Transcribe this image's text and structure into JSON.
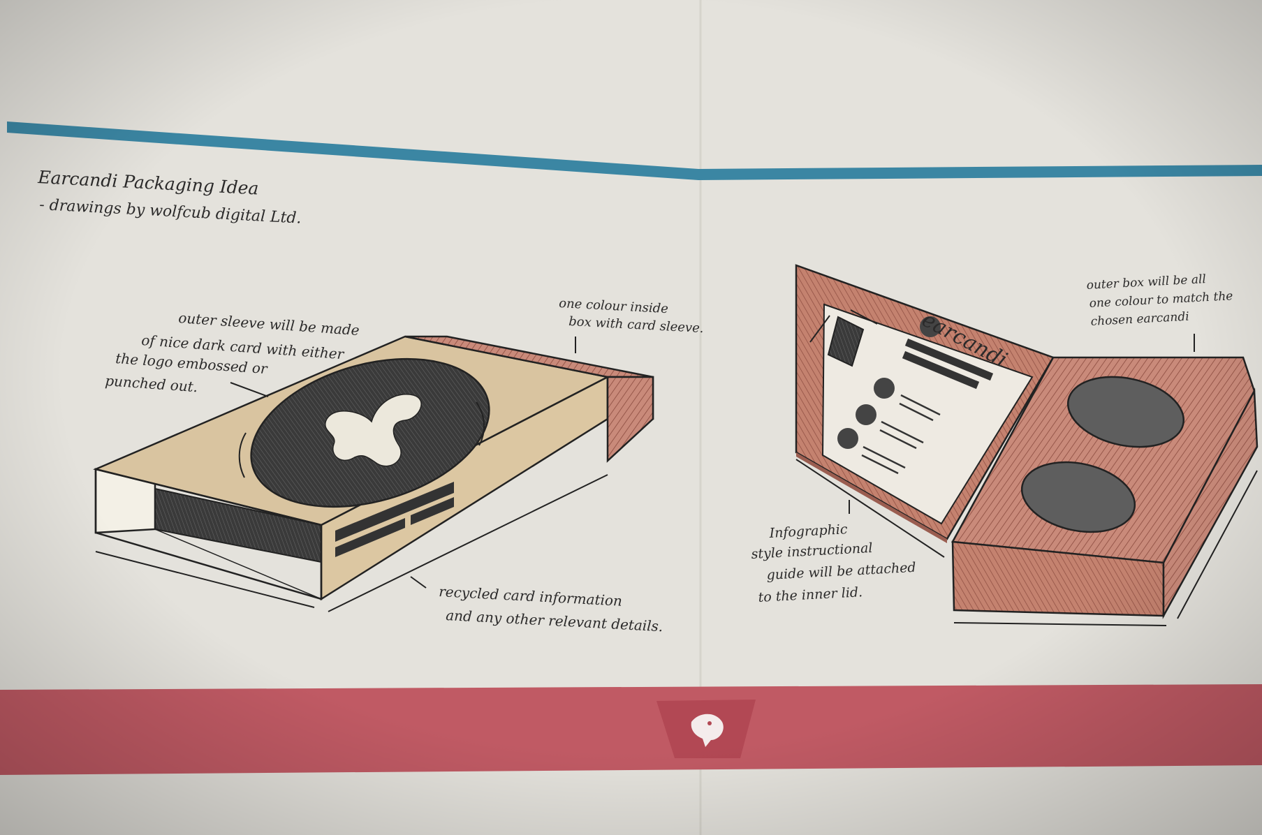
{
  "page": {
    "paper_color": "#e6e4de",
    "accent_blue": "#3b86a3",
    "accent_red": "#c05a64"
  },
  "title": {
    "line1": "Earcandi Packaging Idea",
    "line2": "- drawings by wolfcub digital Ltd."
  },
  "left_box": {
    "callout_sleeve": [
      "outer sleeve will be made",
      "of nice dark card with either",
      "the logo embossed or",
      "punched out."
    ],
    "callout_inside": [
      "one colour inside",
      "box with card sleeve."
    ],
    "callout_recycled": [
      "recycled card information",
      "and any other relevant details."
    ],
    "sleeve_color": "#d9c4a0",
    "box_color": "#b5796a"
  },
  "right_box": {
    "brand_label": "earcandi",
    "callout_outer": [
      "outer box will be all",
      "one colour to match the",
      "chosen earcandi"
    ],
    "callout_guide": [
      "Infographic",
      "style instructional",
      "guide will be attached",
      "to the inner lid."
    ],
    "box_color": "#b87868",
    "cup_color": "#5e5e5e"
  },
  "footer": {
    "logo_icon": "wolf-head-icon"
  }
}
